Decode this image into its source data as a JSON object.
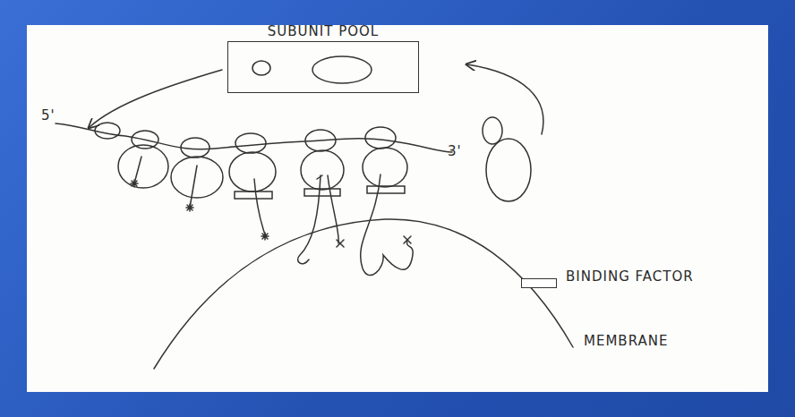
{
  "diagram": {
    "nodes": [
      {
        "text": [
          "SUBUNIT POOL"
        ]
      }
    ],
    "labels": [
      "5'",
      "3'",
      "MEMBRANE"
    ],
    "legend": [
      {
        "text": "BINDING FACTOR"
      }
    ]
  }
}
